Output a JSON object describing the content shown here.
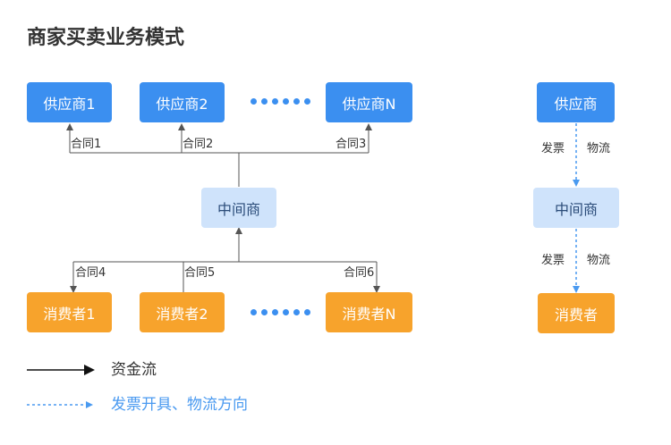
{
  "title": "商家买卖业务模式",
  "colors": {
    "supplier": "#3b8ff0",
    "middleman": "#cfe3fb",
    "consumer": "#f7a32c",
    "solid_line": "#555555",
    "dashed_line": "#4a9af0"
  },
  "left_diagram": {
    "suppliers": [
      "供应商1",
      "供应商2",
      "供应商N"
    ],
    "middleman": "中间商",
    "consumers": [
      "消费者1",
      "消费者2",
      "消费者N"
    ],
    "supplier_contracts": [
      "合同1",
      "合同2",
      "合同3"
    ],
    "consumer_contracts": [
      "合同4",
      "合同5",
      "合同6"
    ]
  },
  "right_diagram": {
    "supplier": "供应商",
    "middleman": "中间商",
    "consumer": "消费者",
    "upper_labels": {
      "invoice": "发票",
      "logistics": "物流"
    },
    "lower_labels": {
      "invoice": "发票",
      "logistics": "物流"
    }
  },
  "legend": {
    "fund_flow": "资金流",
    "invoice_logistics": "发票开具、物流方向"
  }
}
